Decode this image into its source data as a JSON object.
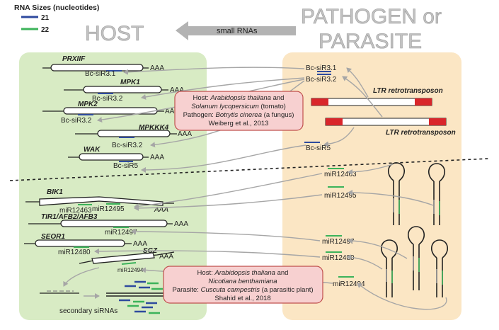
{
  "legend": {
    "title": "RNA Sizes (nucleotides)",
    "items": [
      {
        "label": "21",
        "color": "#2e4a9e"
      },
      {
        "label": "22",
        "color": "#3cb35a"
      }
    ]
  },
  "titles": {
    "host": "HOST",
    "pathogen_line1": "PATHOGEN or",
    "pathogen_line2": "PARASITE",
    "arrow_label": "small RNAs"
  },
  "colors": {
    "host_panel": "#d8ebc4",
    "pathogen_panel": "#fbe6c4",
    "info_box": "#f7d0d0",
    "info_border": "#c0504d",
    "ltr_red": "#d9262b",
    "arrow_gray": "#a6a6a6",
    "title_gray": "#c2c2c2"
  },
  "top_section": {
    "host_genes": [
      {
        "name": "PRXIIF",
        "srna": "Bc-siR3.1",
        "tail": "AAA"
      },
      {
        "name": "MPK1",
        "srna": "Bc-siR3.2",
        "tail": "AAA"
      },
      {
        "name": "MPK2",
        "srna": "Bc-siR3.2",
        "tail": "AAA"
      },
      {
        "name": "MPKKK4",
        "srna": "Bc-siR3.2",
        "tail": "AAA"
      },
      {
        "name": "WAK",
        "srna": "Bc-siR5",
        "tail": "AAA"
      }
    ],
    "pathogen_srnas": [
      "Bc-siR3.1",
      "Bc-siR3.2",
      "Bc-siR5"
    ],
    "transposon_label": "LTR retrotransposon",
    "info": {
      "host_label": "Host:",
      "host_species": "Arabidopsis thaliana",
      "and": "and",
      "host_species2": "Solanum lycopersicum",
      "host_common": "(tomato)",
      "pathogen_label": "Pathogen:",
      "pathogen_species": "Botrytis cinerea",
      "pathogen_common": "(a fungus)",
      "citation": "Weiberg et al., 2013"
    }
  },
  "bottom_section": {
    "host_genes": [
      {
        "name": "BIK1",
        "srnas": [
          "miR12463",
          "miR12495"
        ],
        "tail": "AAA"
      },
      {
        "name": "TIR1/AFB2/AFB3",
        "srna": "miR12497",
        "tail": "AAA"
      },
      {
        "name": "SEOR1",
        "srna": "miR12480",
        "tail": "AAA"
      },
      {
        "name": "SCZ",
        "srna": "miR12494",
        "tail": "AAA"
      }
    ],
    "parasite_srnas": [
      "miR12463",
      "miR12495",
      "miR12497",
      "miR12480",
      "miR12494"
    ],
    "secondary_label": "secondary siRNAs",
    "info": {
      "host_label": "Host:",
      "host_species": "Arabidopsis thaliana",
      "and": "and",
      "host_species2": "Nicotiana benthamiana",
      "parasite_label": "Parasite:",
      "parasite_species": "Cuscuta campestris",
      "parasite_common": "(a parasitic plant)",
      "citation": "Shahid et al., 2018"
    }
  }
}
